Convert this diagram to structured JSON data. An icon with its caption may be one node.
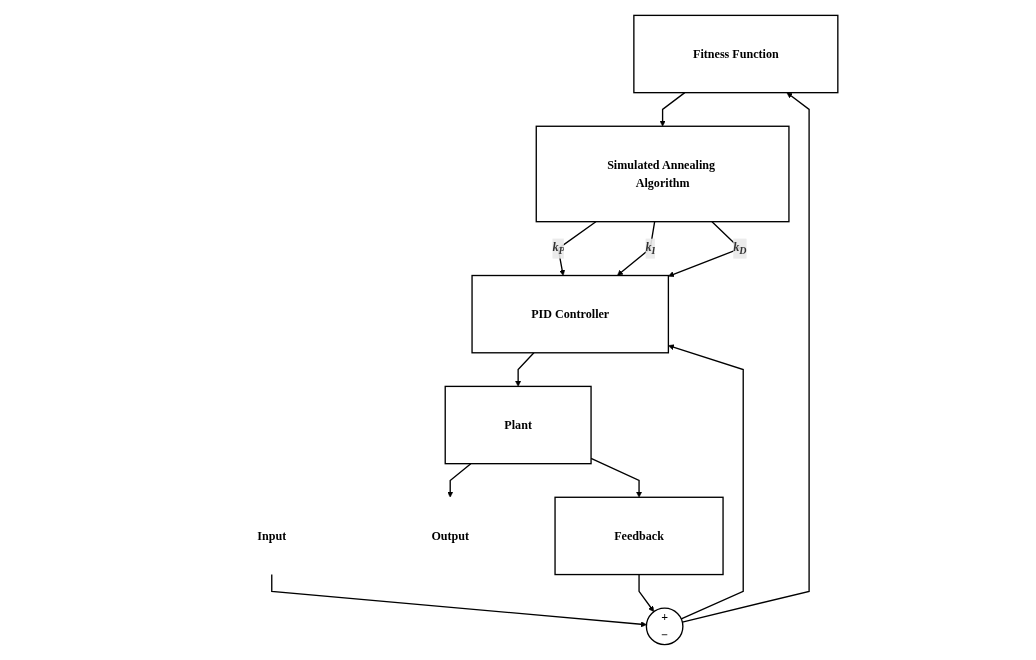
{
  "diagram": {
    "nodes": [
      {
        "text": [
          "Fitness Function"
        ]
      },
      {
        "text": [
          "Simulated Annealing Algorithm"
        ]
      },
      {
        "text": [
          "Input"
        ]
      },
      {
        "text": [
          "+",
          "−"
        ]
      },
      {
        "text": [
          "PID Controller"
        ]
      },
      {
        "text": [
          "Plant"
        ]
      },
      {
        "text": [
          "Output"
        ]
      },
      {
        "text": [
          "Feedback"
        ]
      }
    ],
    "edges": [
      {
        "from": 2,
        "to": 3,
        "arrow": "to"
      },
      {
        "from": 3,
        "to": 4,
        "arrow": "to"
      },
      {
        "from": 3,
        "to": 0,
        "arrow": "to"
      },
      {
        "from": 0,
        "to": 1,
        "arrow": "to"
      },
      {
        "from": 1,
        "to": 4,
        "arrow": "to",
        "label": "k$_{P}$"
      },
      {
        "from": 1,
        "to": 4,
        "arrow": "to",
        "label": "k$_{I}$"
      },
      {
        "from": 1,
        "to": 4,
        "arrow": "to",
        "label": "k$_{D}$"
      },
      {
        "from": 4,
        "to": 5,
        "arrow": "to"
      },
      {
        "from": 5,
        "to": 6,
        "arrow": "to"
      },
      {
        "from": 5,
        "to": 7,
        "arrow": "to"
      },
      {
        "from": 7,
        "to": 3,
        "arrow": "to"
      }
    ]
  }
}
